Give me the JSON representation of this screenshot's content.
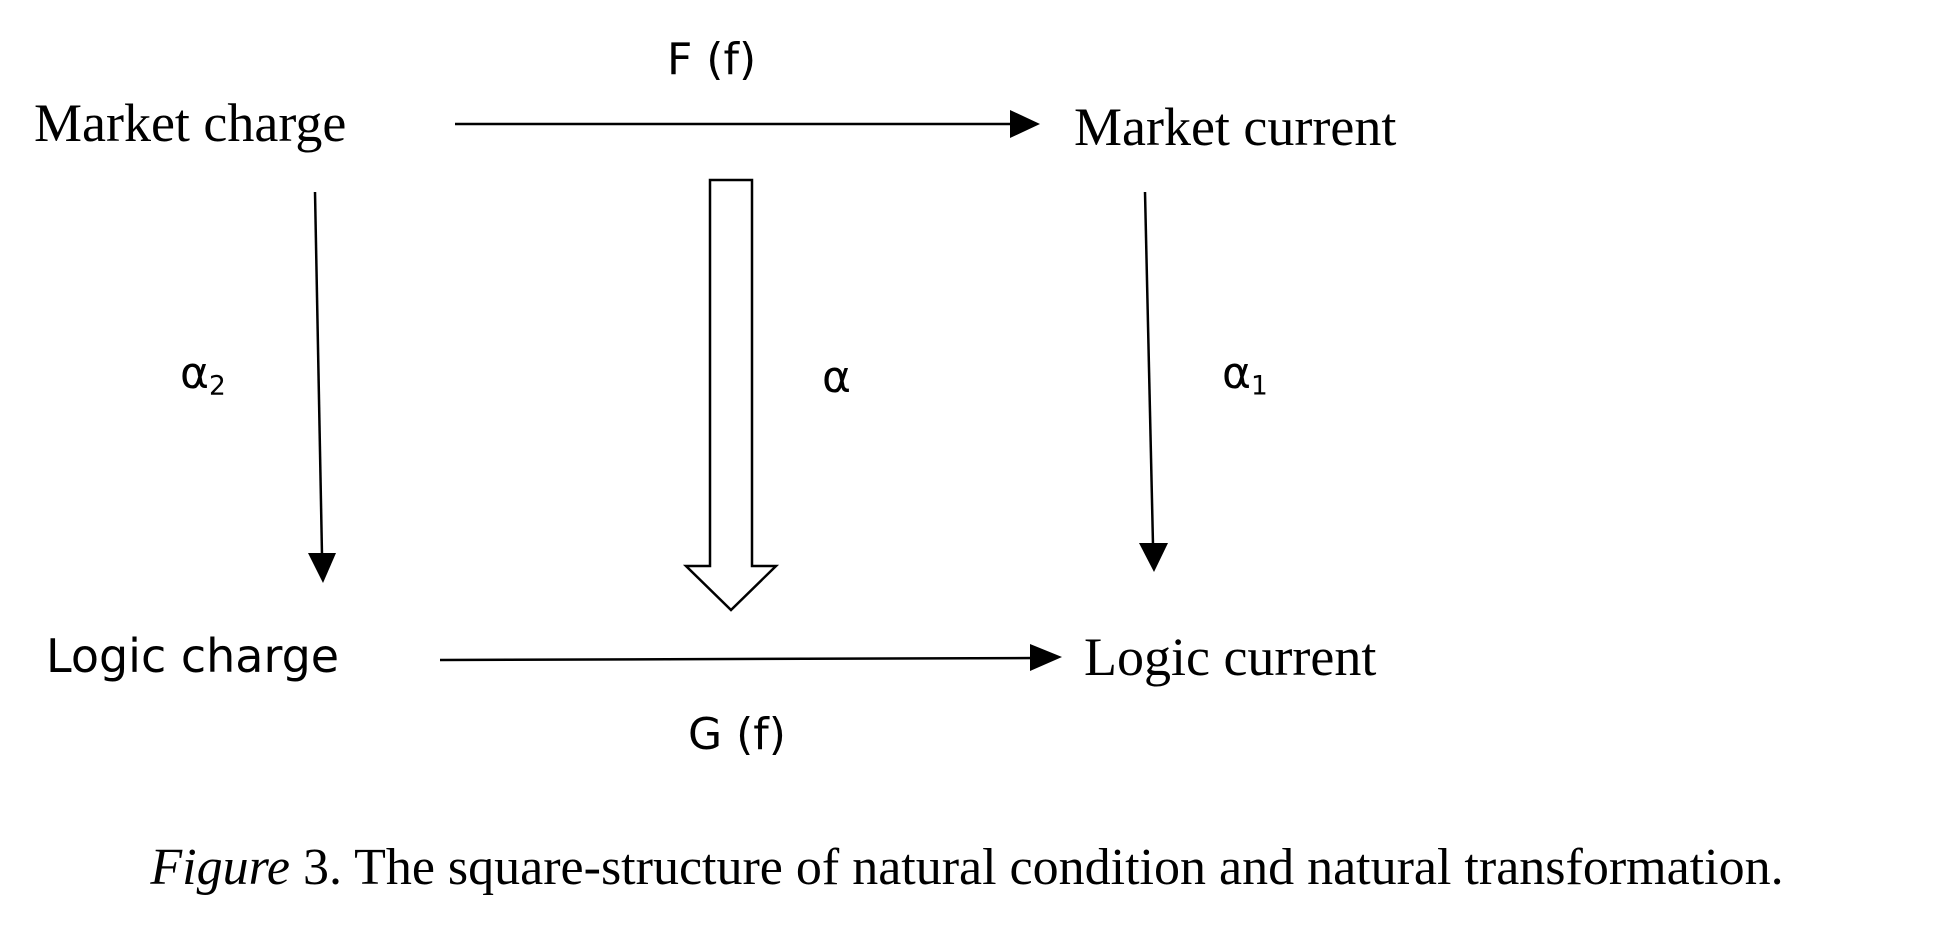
{
  "nodes": {
    "market_charge": "Market charge",
    "market_current": "Market current",
    "logic_charge": "Logic charge",
    "logic_current": "Logic current"
  },
  "edges": {
    "top": "F (f)",
    "bottom": "G (f)",
    "left": {
      "base": "α",
      "sub": "2"
    },
    "right": {
      "base": "α",
      "sub": "1"
    },
    "middle": "α"
  },
  "caption": {
    "figure_word": "Figure",
    "text": " 3. The square-structure of natural condition and natural transformation."
  },
  "colors": {
    "stroke": "#000000",
    "background": "#ffffff"
  }
}
